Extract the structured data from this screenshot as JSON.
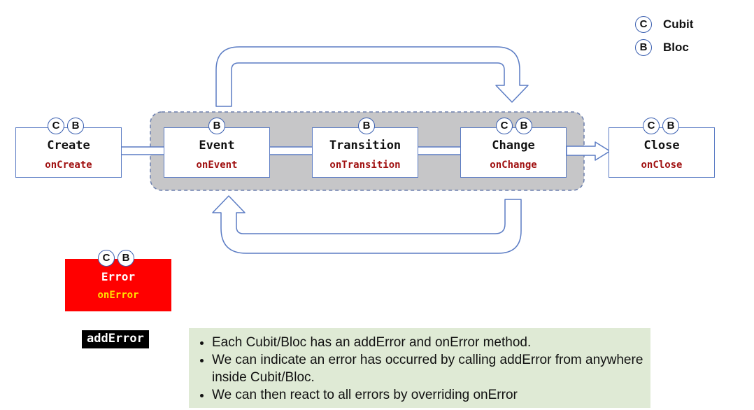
{
  "legend": {
    "cubit": {
      "badge": "C",
      "label": "Cubit"
    },
    "bloc": {
      "badge": "B",
      "label": "Bloc"
    }
  },
  "stages": {
    "create": {
      "title": "Create",
      "method": "onCreate",
      "badges": [
        "C",
        "B"
      ]
    },
    "event": {
      "title": "Event",
      "method": "onEvent",
      "badges": [
        "B"
      ]
    },
    "transition": {
      "title": "Transition",
      "method": "onTransition",
      "badges": [
        "B"
      ]
    },
    "change": {
      "title": "Change",
      "method": "onChange",
      "badges": [
        "C",
        "B"
      ]
    },
    "close": {
      "title": "Close",
      "method": "onClose",
      "badges": [
        "C",
        "B"
      ]
    }
  },
  "error": {
    "title": "Error",
    "method": "onError",
    "badges": [
      "C",
      "B"
    ]
  },
  "add_error_label": "addError",
  "notes": [
    "Each Cubit/Bloc has an addError and onError method.",
    "We can indicate an error has occurred by calling addError from anywhere inside Cubit/Bloc.",
    "We can then react to all errors by overriding onError"
  ],
  "colors": {
    "method_text": "#a01010",
    "error_fill": "#ff0000",
    "error_method_text": "#ffe000",
    "group_fill": "#c6c6c8",
    "notes_fill": "#dfead5",
    "border": "#5b7cc4"
  }
}
